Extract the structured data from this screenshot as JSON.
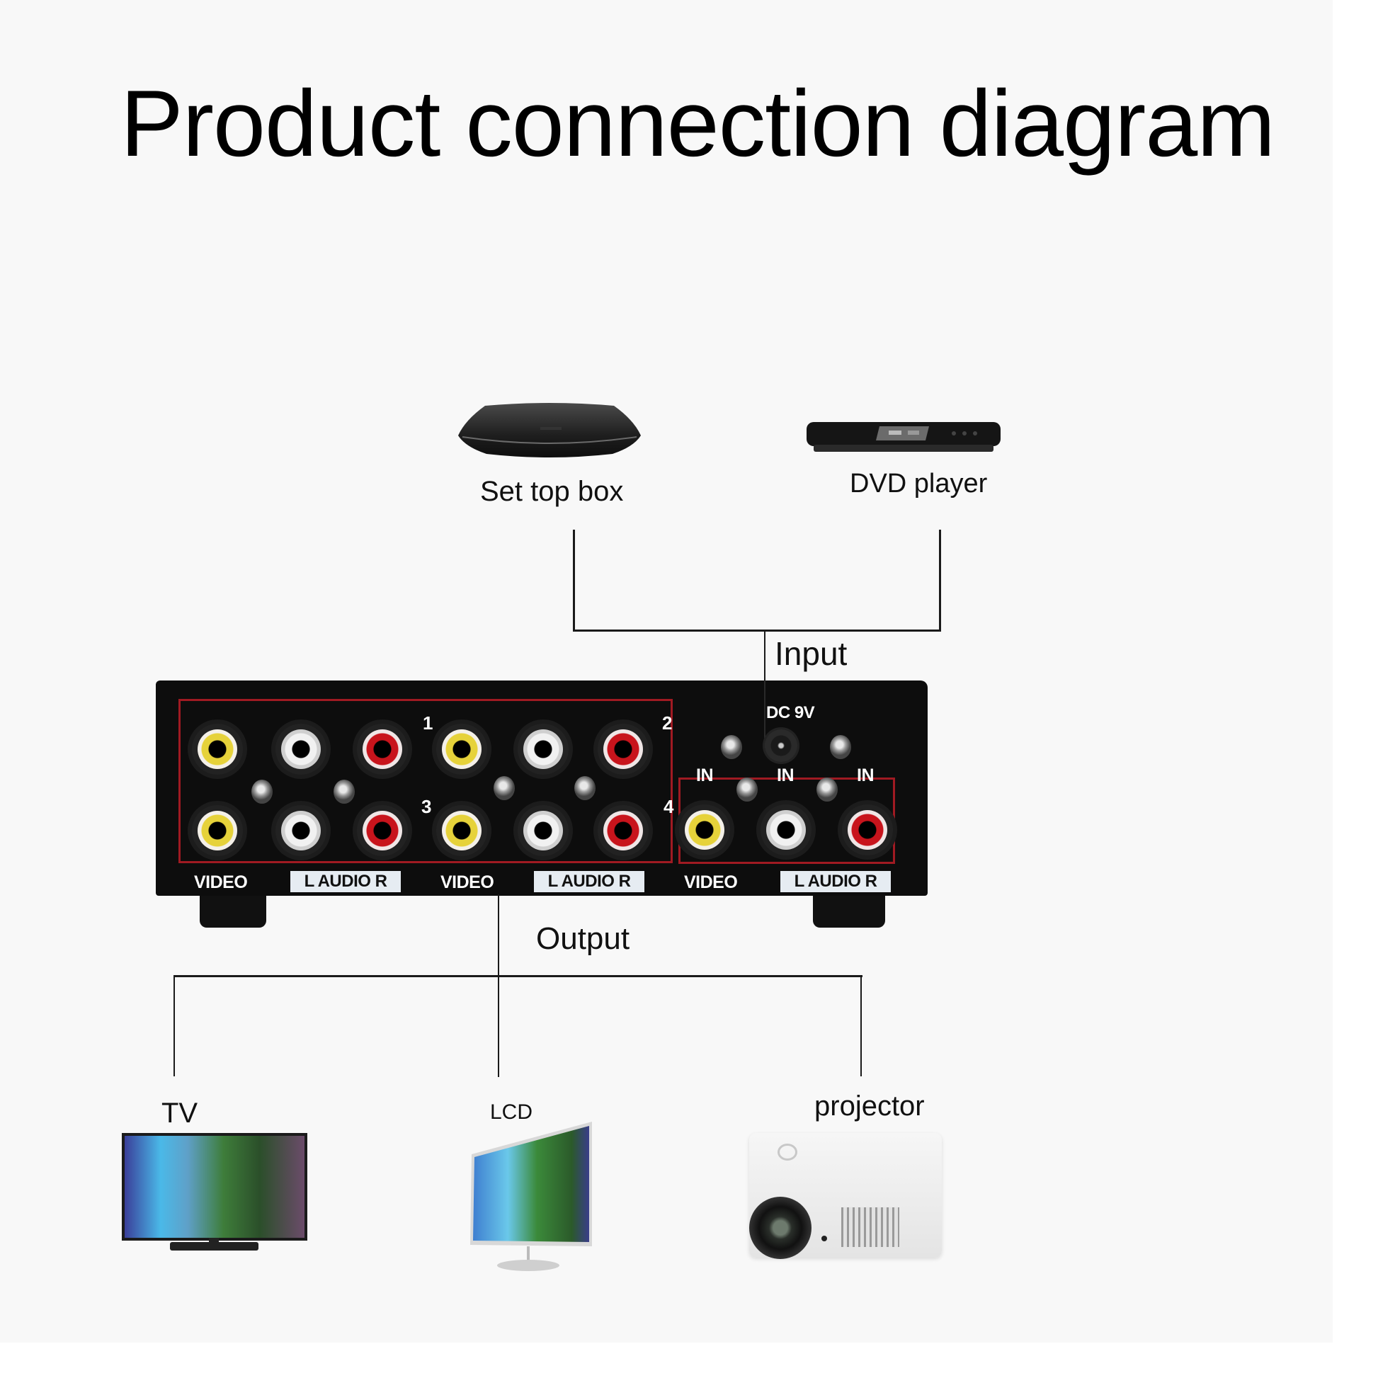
{
  "title": "Product connection diagram",
  "sources": {
    "set_top_box": {
      "label": "Set top box",
      "icon": "set-top-box-icon"
    },
    "dvd_player": {
      "label": "DVD player",
      "icon": "dvd-player-icon"
    }
  },
  "connectors": {
    "input_label": "Input",
    "output_label": "Output"
  },
  "switch_box": {
    "power_label": "DC 9V",
    "output_port_numbers": [
      "1",
      "2",
      "3",
      "4"
    ],
    "input_labels": [
      "IN",
      "IN",
      "IN"
    ],
    "group_labels": [
      {
        "video": "VIDEO",
        "audio": "L  AUDIO R"
      },
      {
        "video": "VIDEO",
        "audio": "L  AUDIO R"
      },
      {
        "video": "VIDEO",
        "audio": "L  AUDIO R"
      }
    ],
    "colors": {
      "frame": "#a01a22",
      "video_jack": "#e6d23a",
      "audio_left_jack": "#f1f1f1",
      "audio_right_jack": "#c8141c",
      "body": "#0d0d0d"
    }
  },
  "outputs": {
    "tv": {
      "label": "TV",
      "icon": "tv-icon"
    },
    "lcd": {
      "label": "LCD",
      "icon": "lcd-monitor-icon"
    },
    "projector": {
      "label": "projector",
      "icon": "projector-icon"
    }
  }
}
